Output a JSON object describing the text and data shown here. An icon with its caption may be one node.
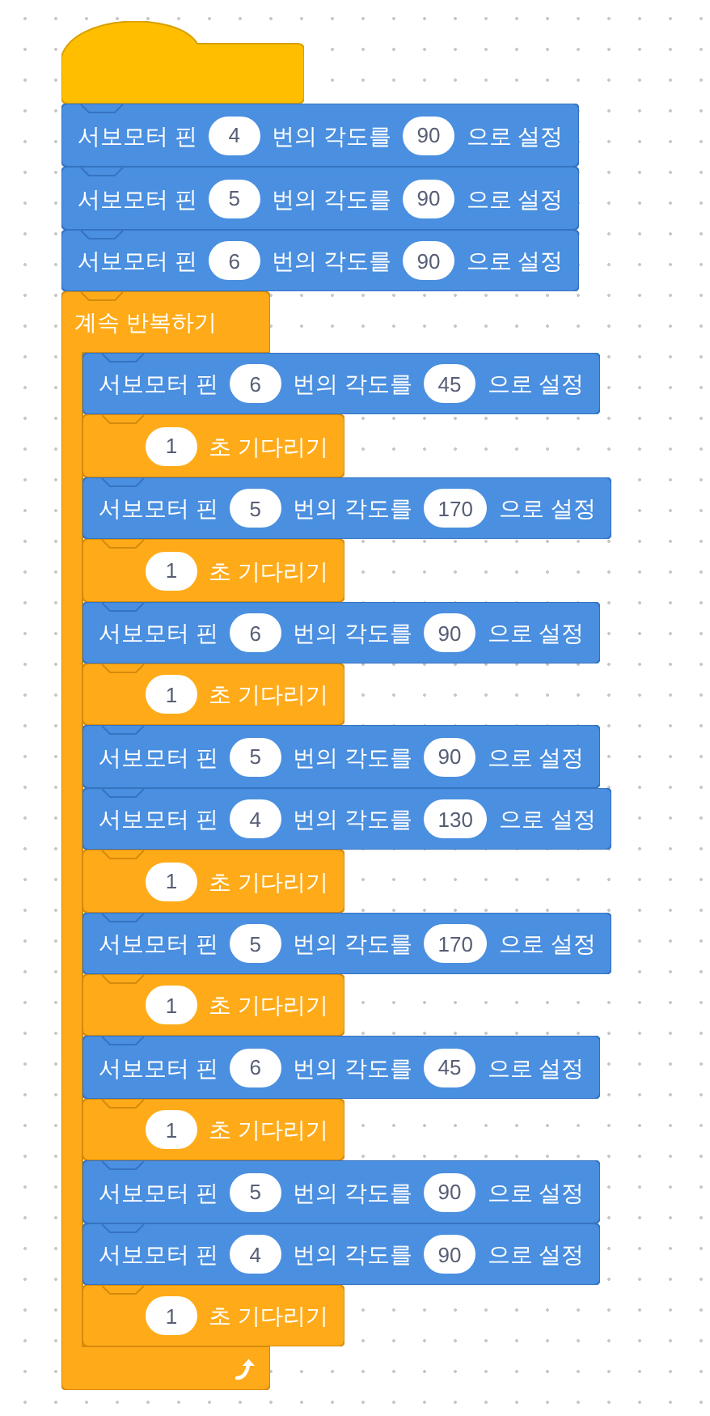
{
  "diagram": {
    "nodes": [
      {
        "text": [],
        "shape": "box"
      },
      {
        "text": [
          "서보모터 핀",
          "4",
          "번의 각도를",
          "90",
          "으로 설정"
        ]
      },
      {
        "text": [
          "서보모터 핀",
          "5",
          "번의 각도를",
          "90",
          "으로 설정"
        ]
      },
      {
        "text": [
          "서보모터 핀",
          "6",
          "번의 각도를",
          "90",
          "으로 설정"
        ]
      },
      {
        "text": [
          "계속 반복하기"
        ]
      },
      {
        "text": [
          "서보모터 핀",
          "6",
          "번의 각도를",
          "45",
          "으로 설정"
        ]
      },
      {
        "text": [
          "1",
          "초 기다리기"
        ]
      },
      {
        "text": [
          "서보모터 핀",
          "5",
          "번의 각도를",
          "170",
          "으로 설정"
        ]
      },
      {
        "text": [
          "1",
          "초 기다리기"
        ]
      },
      {
        "text": [
          "서보모터 핀",
          "6",
          "번의 각도를",
          "90",
          "으로 설정"
        ]
      },
      {
        "text": [
          "1",
          "초 기다리기"
        ]
      },
      {
        "text": [
          "서보모터 핀",
          "5",
          "번의 각도를",
          "90",
          "으로 설정"
        ]
      },
      {
        "text": [
          "서보모터 핀",
          "4",
          "번의 각도를",
          "130",
          "으로 설정"
        ]
      },
      {
        "text": [
          "1",
          "초 기다리기"
        ]
      },
      {
        "text": [
          "서보모터 핀",
          "5",
          "번의 각도를",
          "170",
          "으로 설정"
        ]
      },
      {
        "text": [
          "1",
          "초 기다리기"
        ]
      },
      {
        "text": [
          "서보모터 핀",
          "6",
          "번의 각도를",
          "45",
          "으로 설정"
        ]
      },
      {
        "text": [
          "1",
          "초 기다리기"
        ]
      },
      {
        "text": [
          "서보모터 핀",
          "5",
          "번의 각도를",
          "90",
          "으로 설정"
        ]
      },
      {
        "text": [
          "서보모터 핀",
          "4",
          "번의 각도를",
          "90",
          "으로 설정"
        ]
      },
      {
        "text": [
          "1",
          "초 기다리기"
        ]
      }
    ]
  }
}
